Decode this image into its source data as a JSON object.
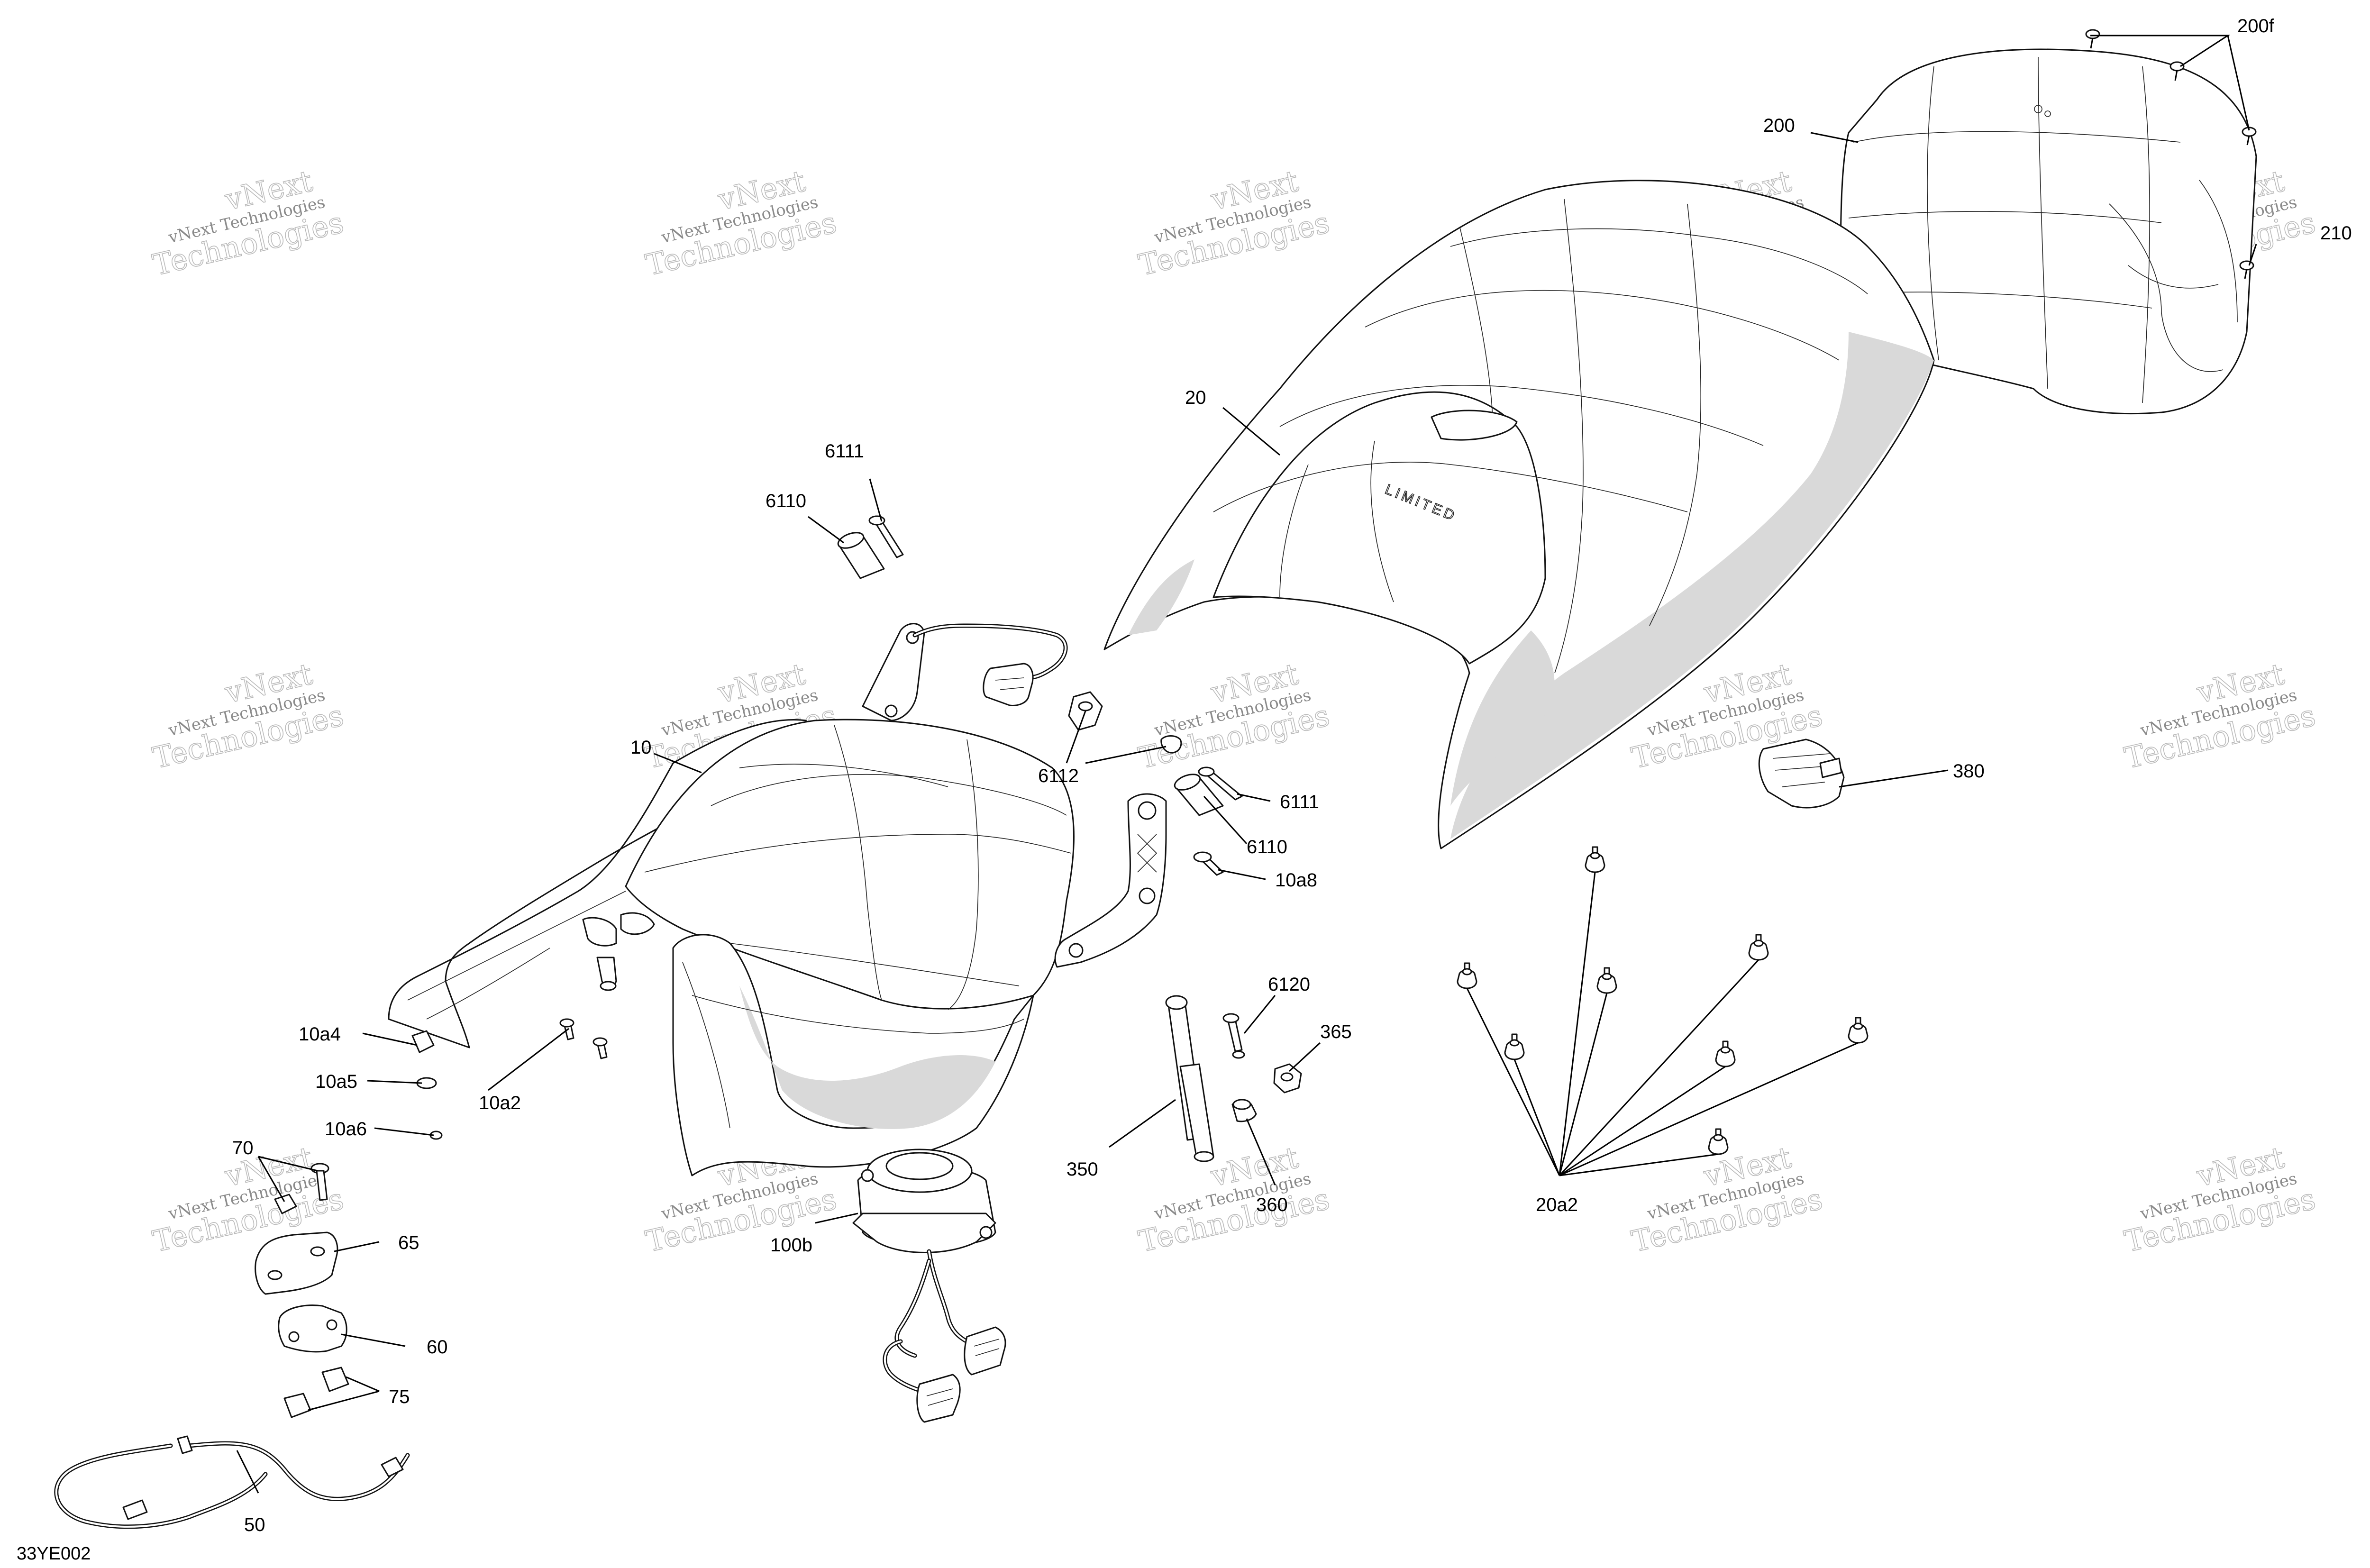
{
  "diagram": {
    "code": "33YE002",
    "watermark": {
      "line1": "vNext",
      "line2": "vNext Technologies",
      "line3": "Technologies"
    },
    "callouts": [
      {
        "id": "200f",
        "label": "200f"
      },
      {
        "id": "200",
        "label": "200"
      },
      {
        "id": "210",
        "label": "210"
      },
      {
        "id": "20",
        "label": "20"
      },
      {
        "id": "6111a",
        "label": "6111"
      },
      {
        "id": "6110a",
        "label": "6110"
      },
      {
        "id": "6112",
        "label": "6112"
      },
      {
        "id": "6111b",
        "label": "6111"
      },
      {
        "id": "6110b",
        "label": "6110"
      },
      {
        "id": "10a8",
        "label": "10a8"
      },
      {
        "id": "10",
        "label": "10"
      },
      {
        "id": "380",
        "label": "380"
      },
      {
        "id": "10a4",
        "label": "10a4"
      },
      {
        "id": "10a5",
        "label": "10a5"
      },
      {
        "id": "10a2",
        "label": "10a2"
      },
      {
        "id": "10a6",
        "label": "10a6"
      },
      {
        "id": "70",
        "label": "70"
      },
      {
        "id": "65",
        "label": "65"
      },
      {
        "id": "60",
        "label": "60"
      },
      {
        "id": "75",
        "label": "75"
      },
      {
        "id": "50",
        "label": "50"
      },
      {
        "id": "100b",
        "label": "100b"
      },
      {
        "id": "6120",
        "label": "6120"
      },
      {
        "id": "365",
        "label": "365"
      },
      {
        "id": "350",
        "label": "350"
      },
      {
        "id": "360",
        "label": "360"
      },
      {
        "id": "20a2",
        "label": "20a2"
      }
    ]
  }
}
